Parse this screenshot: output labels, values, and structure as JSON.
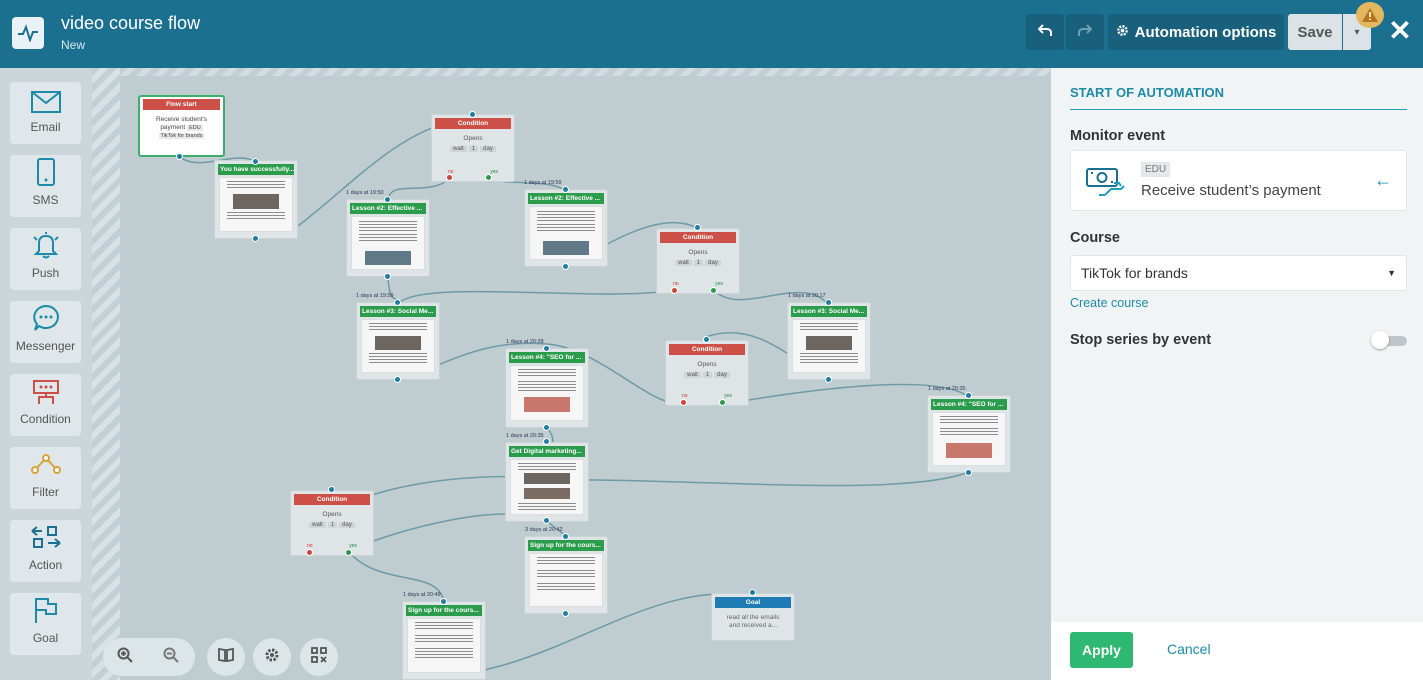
{
  "header": {
    "title": "video course flow",
    "subtitle": "New",
    "automation_options_label": "Automation options",
    "save_label": "Save",
    "undo_icon": "undo-icon",
    "redo_icon": "redo-icon",
    "warning_icon": "warning-icon",
    "close_icon": "close-icon"
  },
  "toolbox": [
    {
      "label": "Email",
      "icon": "email-icon"
    },
    {
      "label": "SMS",
      "icon": "sms-icon"
    },
    {
      "label": "Push",
      "icon": "bell-icon"
    },
    {
      "label": "Messenger",
      "icon": "messenger-icon"
    },
    {
      "label": "Condition",
      "icon": "condition-icon"
    },
    {
      "label": "Filter",
      "icon": "filter-icon"
    },
    {
      "label": "Action",
      "icon": "action-icon"
    },
    {
      "label": "Goal",
      "icon": "goal-icon"
    }
  ],
  "flow": {
    "start": {
      "header": "Flow start",
      "text1": "Receive student's",
      "text2": "payment",
      "badge": "EDU",
      "course": "TikTok for brands"
    },
    "emails": {
      "e1": "You have successfully...",
      "e2": "Lesson #2: Effective ...",
      "e3": "Lesson #2: Effective ...",
      "e4": "Lesson #3: Social Me...",
      "e5": "Lesson #3: Social Me...",
      "e6": "Lesson #4: \"SEO for ...",
      "e7": "Lesson #4: \"SEO for ...",
      "e8": "Get Digital marketing...",
      "e9": "Sign up for the cours...",
      "e10": "Sign up for the cours..."
    },
    "times": {
      "t1": "1 days at 19:50",
      "t2": "1 days at 19:59",
      "t3": "1 days at 19:59",
      "t4": "1 days at 20:17",
      "t5": "1 days at 20:28",
      "t6": "1 days at 20:35",
      "t7": "1 days at 20:35",
      "t8": "3 days at 20:42",
      "t9": "1 days at 20:49"
    },
    "condition": {
      "header": "Condition",
      "event": "Opens",
      "wait": "wait",
      "num": "1",
      "unit": "day",
      "no": "no",
      "yes": "yes"
    },
    "goal": {
      "header": "Goal",
      "text1": "read all the emails",
      "text2": "and received a..."
    }
  },
  "canvas_controls": [
    {
      "icon": "zoom-in-icon"
    },
    {
      "icon": "zoom-out-icon"
    },
    {
      "icon": "book-icon"
    },
    {
      "icon": "settings-icon"
    },
    {
      "icon": "grid-icon"
    }
  ],
  "panel": {
    "title": "START OF AUTOMATION",
    "monitor_label": "Monitor event",
    "event_badge": "EDU",
    "event_name": "Receive student’s payment",
    "course_label": "Course",
    "course_value": "TikTok for brands",
    "create_course": "Create course",
    "stop_label": "Stop series by event",
    "stop_enabled": false,
    "apply": "Apply",
    "cancel": "Cancel"
  },
  "colors": {
    "header": "#1b6f8f",
    "accent": "#1f8aa8",
    "apply": "#2eb871",
    "email_header": "#2a9c4c",
    "condition_header": "#cd5048",
    "goal_header": "#1e7bb3"
  }
}
